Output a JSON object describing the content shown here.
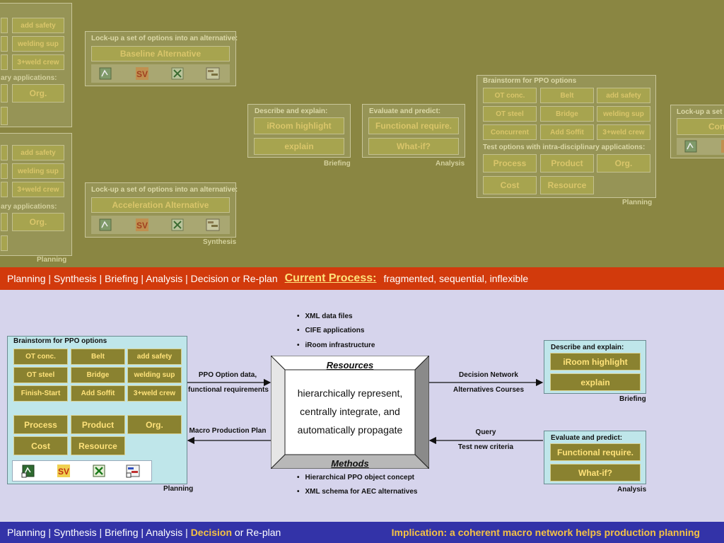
{
  "top": {
    "left_panel_1": {
      "buttons": [
        "add safety",
        "welding sup",
        "3+weld crew"
      ],
      "label": "ary applications:",
      "org": "Org."
    },
    "left_panel_2": {
      "buttons": [
        "add safety",
        "welding sup",
        "3+weld crew"
      ],
      "label": "ary applications:",
      "org": "Org.",
      "footer": "Planning"
    },
    "lock_baseline": {
      "heading": "Lock-up a set of options into an alternative:",
      "alt": "Baseline Alternative"
    },
    "lock_accel": {
      "heading": "Lock-up a set of options into an alternative:",
      "alt": "Acceleration Alternative",
      "footer": "Synthesis"
    },
    "describe": {
      "heading": "Describe and explain:",
      "b1": "iRoom highlight",
      "b2": "explain",
      "footer": "Briefing"
    },
    "evaluate": {
      "heading": "Evaluate and predict:",
      "b1": "Functional require.",
      "b2": "What-if?",
      "footer": "Analysis"
    },
    "brainstorm": {
      "heading": "Brainstorm for PPO options",
      "rows": [
        [
          "OT conc.",
          "Belt",
          "add safety"
        ],
        [
          "OT steel",
          "Bridge",
          "welding sup"
        ],
        [
          "Concurrent",
          "Add Soffit",
          "3+weld crew"
        ]
      ],
      "test_heading": "Test options with intra-disciplinary applications:",
      "big": [
        "Process",
        "Product",
        "Org.",
        "Cost",
        "Resource"
      ],
      "footer": "Planning"
    },
    "lock_right": {
      "heading": "Lock-up a set o",
      "alt": "Conc"
    }
  },
  "red_bar": {
    "steps": "Planning | Synthesis | Briefing | Analysis | Decision or Re-plan",
    "title": "Current Process:",
    "subtitle": "fragmented, sequential, inflexible"
  },
  "bottom": {
    "brainstorm": {
      "heading": "Brainstorm for PPO options",
      "rows": [
        [
          "OT conc.",
          "Belt",
          "add safety"
        ],
        [
          "OT steel",
          "Bridge",
          "welding sup"
        ],
        [
          "Finish-Start",
          "Add Soffit",
          "3+weld crew"
        ]
      ],
      "big": [
        "Process",
        "Product",
        "Org.",
        "Cost",
        "Resource"
      ],
      "footer": "Planning"
    },
    "resources_bullets": [
      "XML data files",
      "CIFE applications",
      "iRoom infrastructure"
    ],
    "methods_bullets": [
      "Hierarchical PPO object concept",
      "XML schema for AEC alternatives"
    ],
    "center": {
      "resources": "Resources",
      "methods": "Methods",
      "lines": [
        "hierarchically represent,",
        "centrally integrate, and",
        "automatically propagate"
      ]
    },
    "arrow_left_top": [
      "PPO Option data,",
      "functional requirements"
    ],
    "arrow_left_bottom": "Macro Production Plan",
    "arrow_right_top": [
      "Decision Network",
      "Alternatives Courses"
    ],
    "arrow_right_bottom": [
      "Query",
      "Test new criteria"
    ],
    "describe": {
      "heading": "Describe and explain:",
      "b1": "iRoom highlight",
      "b2": "explain",
      "footer": "Briefing"
    },
    "evaluate": {
      "heading": "Evaluate and predict:",
      "b1": "Functional require.",
      "b2": "What-if?",
      "footer": "Analysis"
    }
  },
  "blue_bar": {
    "pre": "Planning | Synthesis | Briefing | Analysis | ",
    "decision": "Decision",
    "post": " or Re-plan",
    "implication": "Implication: a coherent macro network helps production planning"
  },
  "icons": [
    "project-icon",
    "sv-icon",
    "excel-icon",
    "schedule-icon"
  ],
  "colors": {
    "top_bg": "#8a8642",
    "red_bar": "#d23a0c",
    "blue_bar": "#3333a8",
    "bottom_bg": "#d6d4ec",
    "panel": "#bfe6ea",
    "button": "#8a8230",
    "button_text": "#ffe27a"
  }
}
